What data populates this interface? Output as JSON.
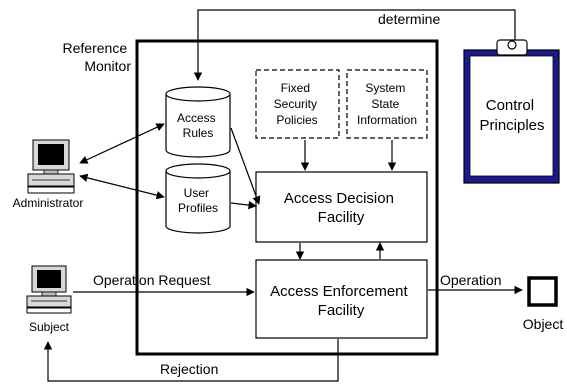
{
  "labels": {
    "determine": "determine",
    "reference_monitor": [
      "Reference",
      "Monitor"
    ],
    "access_rules": [
      "Access",
      "Rules"
    ],
    "user_profiles": [
      "User",
      "Profiles"
    ],
    "fixed_security_policies": [
      "Fixed",
      "Security",
      "Policies"
    ],
    "system_state_information": [
      "System",
      "State",
      "Information"
    ],
    "control_principles": [
      "Control",
      "Principles"
    ],
    "access_decision_facility": [
      "Access Decision",
      "Facility"
    ],
    "access_enforcement_facility": [
      "Access Enforcement",
      "Facility"
    ],
    "administrator": "Administrator",
    "subject": "Subject",
    "operation_request": "Operation Request",
    "operation": "Operation",
    "object": "Object",
    "rejection": "Rejection"
  },
  "colors": {
    "clipboard_fill": "#1a1a8c",
    "clipboard_paper": "#ffffff",
    "line": "#000000",
    "monitor_screen": "#000000"
  }
}
